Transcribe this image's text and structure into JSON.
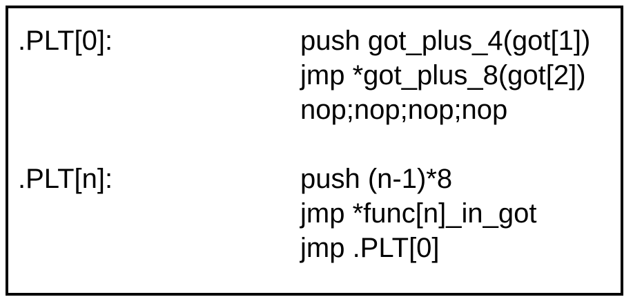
{
  "figure": {
    "name": "plt-stub-pseudocode",
    "border_color": "#000000",
    "background_color": "#ffffff",
    "text_color": "#000000",
    "blocks": [
      {
        "label": ".PLT[0]:",
        "instructions": [
          "push got_plus_4(got[1])",
          "jmp *got_plus_8(got[2])",
          "nop;nop;nop;nop"
        ]
      },
      {
        "label": ".PLT[n]:",
        "instructions": [
          "push (n-1)*8",
          "jmp *func[n]_in_got",
          "jmp .PLT[0]"
        ]
      }
    ]
  }
}
